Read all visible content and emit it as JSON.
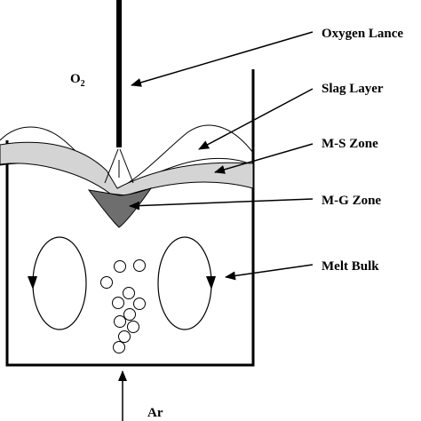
{
  "colors": {
    "line": "#000000",
    "ms_zone_fill": "#d4d4d4",
    "mg_zone_fill": "#6e6e6e",
    "background": "#ffffff"
  },
  "labels": {
    "oxygen_lance": "Oxygen Lance",
    "slag_layer": "Slag Layer",
    "ms_zone": "M-S Zone",
    "mg_zone": "M-G Zone",
    "melt_bulk": "Melt Bulk",
    "o2_main": "O",
    "o2_sub": "2",
    "argon": "Ar"
  }
}
